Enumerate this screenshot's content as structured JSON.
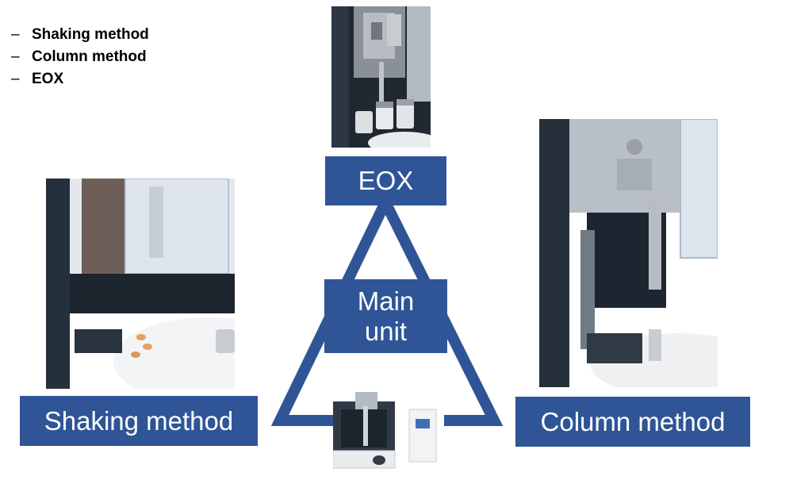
{
  "methods_list": [
    {
      "dash": "–",
      "label": "Shaking method"
    },
    {
      "dash": "–",
      "label": "Column method"
    },
    {
      "dash": "–",
      "label": "EOX"
    }
  ],
  "labels": {
    "eox": "EOX",
    "main_unit_line1": "Main",
    "main_unit_line2": "unit",
    "shaking": "Shaking method",
    "column": "Column method"
  },
  "colors": {
    "accent_blue": "#2f5597",
    "label_text": "#ffffff"
  },
  "icons": {
    "eox_photo": "eox-module-photo",
    "shaking_photo": "shaking-module-photo",
    "column_photo": "column-module-photo",
    "main_unit_photo": "main-unit-photo"
  }
}
